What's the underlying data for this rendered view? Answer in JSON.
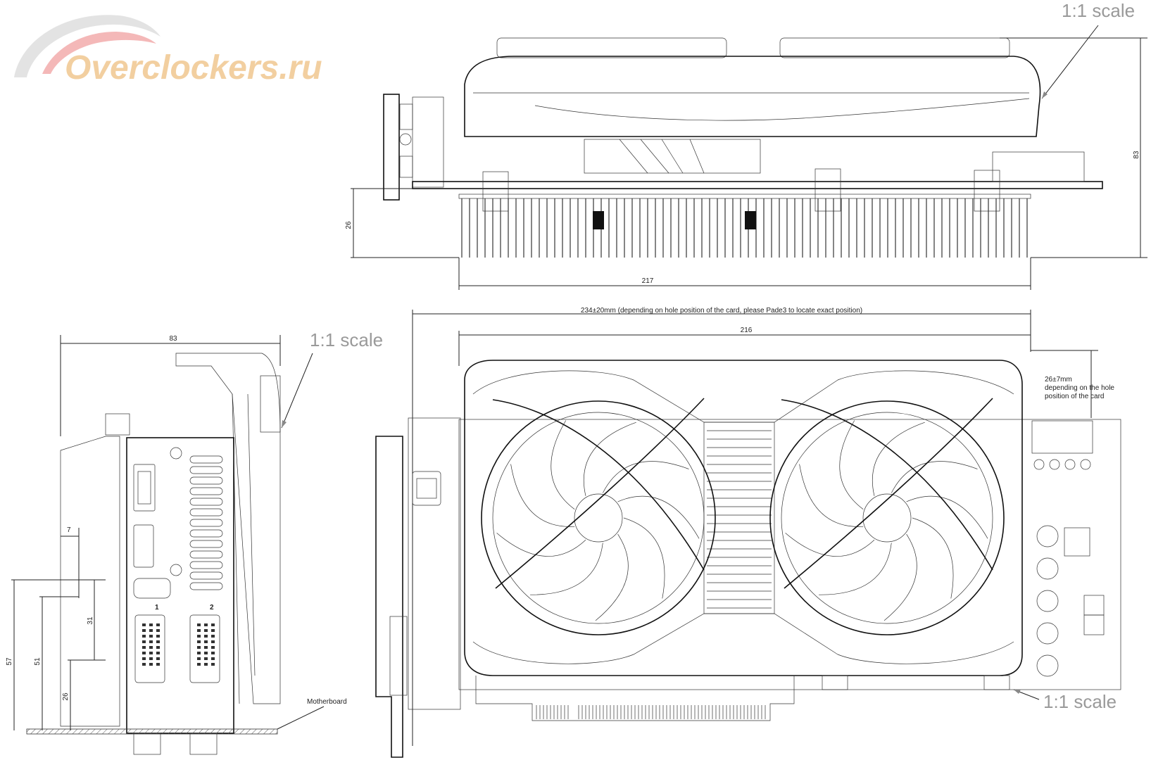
{
  "logo": {
    "text": "Overclockers.ru",
    "color": "#f2cfa0"
  },
  "scale_labels": {
    "top_right": "1:1 scale",
    "side_view": "1:1 scale",
    "bottom_right": "1:1 scale",
    "color": "#9a9a9a"
  },
  "top_view": {
    "height_dim": "83",
    "pcb_to_fin_dim": "26",
    "heatsink_length_dim": "217"
  },
  "side_view": {
    "width_dim": "83",
    "dim_7": "7",
    "dim_31": "31",
    "dim_57": "57",
    "dim_51": "51",
    "dim_26": "26",
    "port_1_label": "1",
    "port_2_label": "2",
    "motherboard_label": "Motherboard"
  },
  "front_view": {
    "overall_length_note": "234±20mm (depending on hole position of the card, please Pade3 to locate exact position)",
    "shroud_length_dim": "216",
    "side_note_lines": [
      "26±7mm",
      "depending on the hole",
      "position of the card"
    ]
  }
}
